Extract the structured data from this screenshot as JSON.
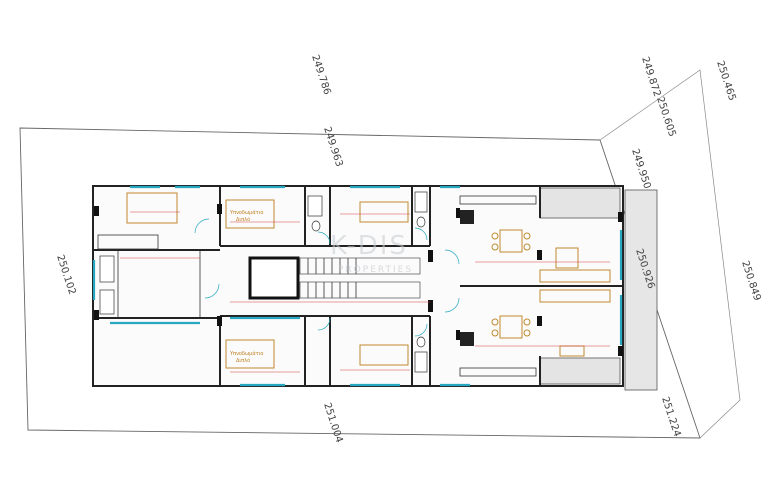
{
  "elevations": {
    "top_left": "249.786",
    "top_center": "249.963",
    "top_right_1": "250.605",
    "top_right_2": "249.872",
    "top_right_3": "250.465",
    "right_upper": "249.950",
    "right_mid": "250.926",
    "right_outer": "250.849",
    "left": "250.102",
    "bottom_center": "251.004",
    "bottom_right": "251.224"
  },
  "watermark": {
    "brand": "K-DIS",
    "sub": "PROPERTIES"
  },
  "rooms": {
    "bedroom_upper_label_1": "Υπνοδωμάτιο",
    "bedroom_upper_label_2": "Διπλό",
    "bedroom_lower_label_1": "Υπνοδωμάτιο",
    "bedroom_lower_label_2": "Διπλό"
  },
  "colors": {
    "window": "#28a8c0",
    "furniture": "#c08a30",
    "wall": "#222222",
    "dimension": "#d04040"
  }
}
